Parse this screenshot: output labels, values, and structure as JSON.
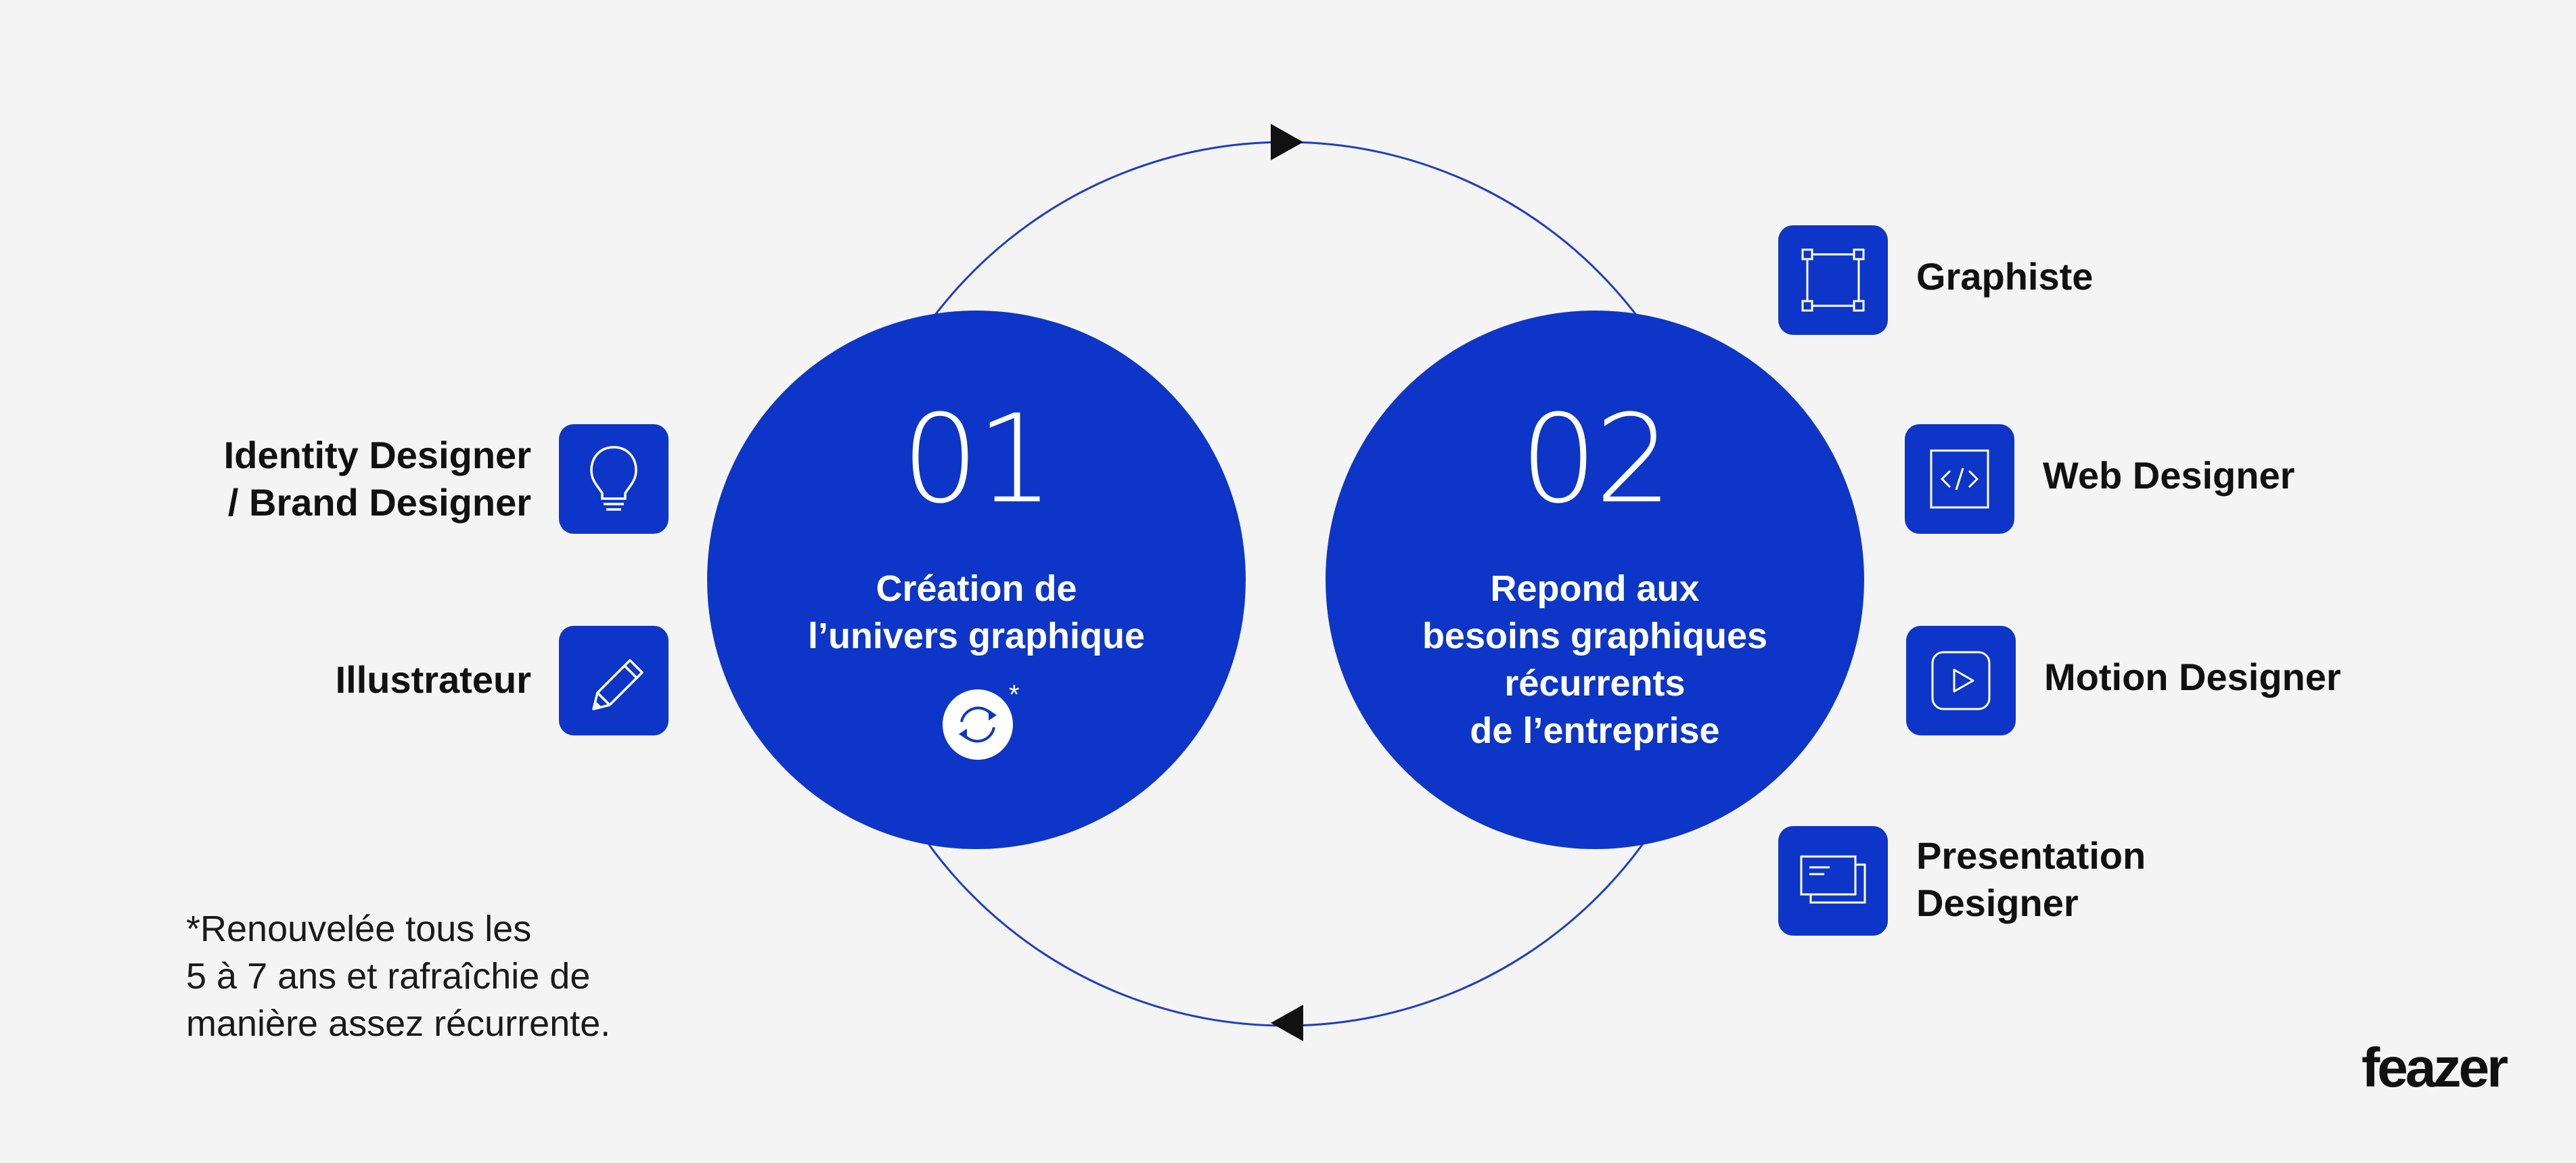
{
  "colors": {
    "accent": "#0d36c8",
    "background": "#f4f4f4",
    "text": "#111111"
  },
  "steps": [
    {
      "number": "01",
      "text": "Création de\nl’univers graphique",
      "badge_icon": "refresh-icon",
      "badge_mark": "*"
    },
    {
      "number": "02",
      "text": "Repond aux\nbesoins graphiques\nrécurrents\nde l’entreprise"
    }
  ],
  "left_roles": [
    {
      "label": "Identity Designer\n/ Brand Designer",
      "icon": "lightbulb-icon"
    },
    {
      "label": "Illustrateur",
      "icon": "pencil-icon"
    }
  ],
  "right_roles": [
    {
      "label": "Graphiste",
      "icon": "vector-frame-icon"
    },
    {
      "label": "Web Designer",
      "icon": "code-icon"
    },
    {
      "label": "Motion Designer",
      "icon": "play-icon"
    },
    {
      "label": "Presentation\nDesigner",
      "icon": "slides-icon"
    }
  ],
  "footnote": "*Renouvelée tous les\n5 à 7 ans et rafraîchie de\nmanière assez récurrente.",
  "brand": "feazer"
}
